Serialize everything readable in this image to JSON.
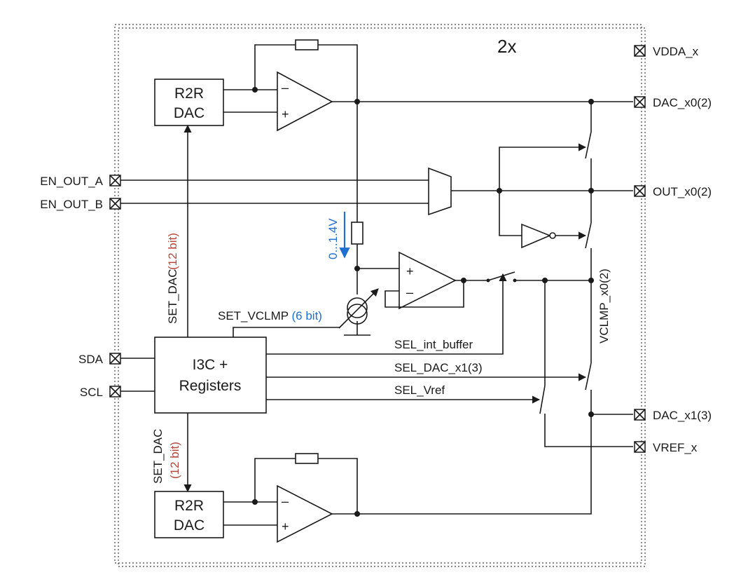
{
  "multiplier": "2x",
  "blocks": {
    "dac_top": {
      "line1": "R2R",
      "line2": "DAC"
    },
    "dac_bottom": {
      "line1": "R2R",
      "line2": "DAC"
    },
    "controller": {
      "line1": "I3C +",
      "line2": "Registers"
    }
  },
  "opamp_signs": {
    "minus": "–",
    "plus": "+"
  },
  "pins": {
    "vdda": "VDDA_x",
    "dac_x0": "DAC_x0(2)",
    "out_x0": "OUT_x0(2)",
    "dac_x1": "DAC_x1(3)",
    "vref": "VREF_x",
    "en_out_a": "EN_OUT_A",
    "en_out_b": "EN_OUT_B",
    "sda": "SDA",
    "scl": "SCL"
  },
  "signals": {
    "set_dac_top": "SET_DAC",
    "set_dac_top_width": "(12 bit)",
    "set_dac_bottom": "SET_DAC",
    "set_dac_bottom_width": "(12 bit)",
    "set_vclmp": "SET_VCLMP",
    "set_vclmp_width": "(6 bit)",
    "sel_int_buffer": "SEL_int_buffer",
    "sel_dac_x1": "SEL_DAC_x1(3)",
    "sel_vref": "SEL_Vref",
    "vclmp": "VCLMP_x0(2)",
    "voltage_range": "0...1.4V"
  },
  "colors": {
    "bit_width": "#b5473a",
    "voltage": "#1f6fd0"
  }
}
